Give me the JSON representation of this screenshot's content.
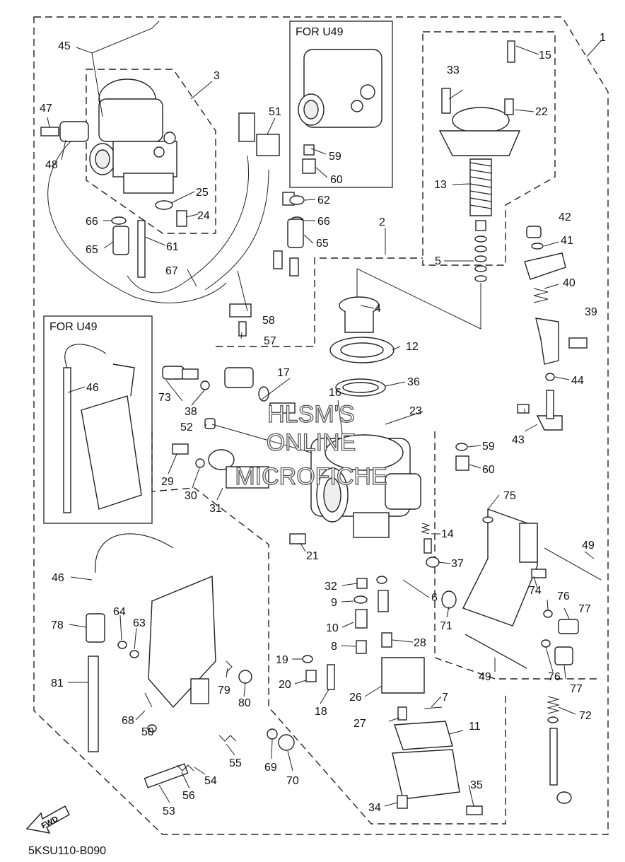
{
  "diagram_code": "5KSU110-B090",
  "watermark": [
    "HLSM'S",
    "ONLINE",
    "MICROFICHE"
  ],
  "inset_boxes": [
    {
      "id": "inset-top",
      "title": "FOR U49"
    },
    {
      "id": "inset-left",
      "title": "FOR U49"
    }
  ],
  "fwd_label": "FWD",
  "callouts": [
    "1",
    "2",
    "3",
    "4",
    "5",
    "6",
    "7",
    "8",
    "9",
    "10",
    "11",
    "12",
    "13",
    "14",
    "15",
    "16",
    "17",
    "18",
    "19",
    "20",
    "21",
    "22",
    "23",
    "24",
    "25",
    "26",
    "27",
    "28",
    "29",
    "30",
    "31",
    "32",
    "33",
    "34",
    "35",
    "36",
    "37",
    "38",
    "39",
    "40",
    "41",
    "42",
    "43",
    "44",
    "45",
    "46",
    "46",
    "47",
    "48",
    "49",
    "49",
    "50",
    "51",
    "52",
    "53",
    "54",
    "55",
    "56",
    "57",
    "58",
    "59",
    "59",
    "60",
    "60",
    "61",
    "62",
    "63",
    "64",
    "65",
    "65",
    "66",
    "66",
    "67",
    "68",
    "69",
    "70",
    "71",
    "72",
    "73",
    "74",
    "75",
    "76",
    "76",
    "77",
    "77",
    "78",
    "79",
    "80",
    "81"
  ]
}
